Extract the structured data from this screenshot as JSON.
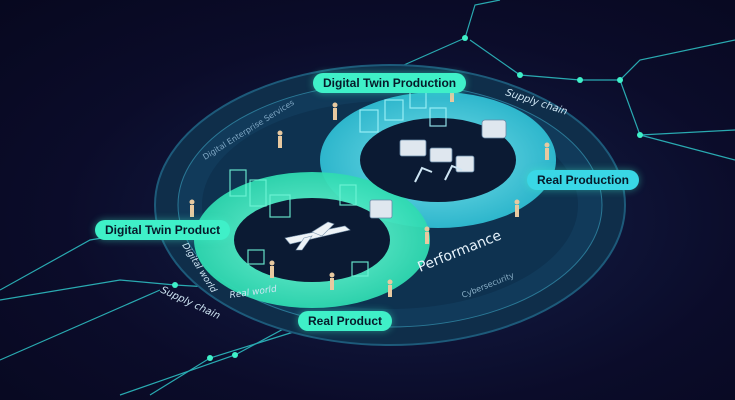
{
  "labels": {
    "digital_twin_production": "Digital Twin Production",
    "real_production": "Real Production",
    "digital_twin_product": "Digital Twin Product",
    "real_product": "Real Product"
  },
  "ring_text": {
    "supply_chain_top": "Supply chain",
    "supply_chain_bottom": "Supply chain",
    "digital_enterprise_services": "Digital Enterprise Services",
    "digital_world": "Digital world",
    "real_world": "Real world",
    "performance": "Performance",
    "cybersecurity": "Cybersecurity"
  },
  "colors": {
    "background": "#0b0c2a",
    "mint": "#3ff0c8",
    "cyan": "#39d7e6",
    "ring_teal": "#1b4a6e"
  },
  "icons": [
    "infinity-loop-icon",
    "airplane-icon",
    "robot-arm-icon",
    "worker-figure-icon",
    "network-node-icon"
  ]
}
